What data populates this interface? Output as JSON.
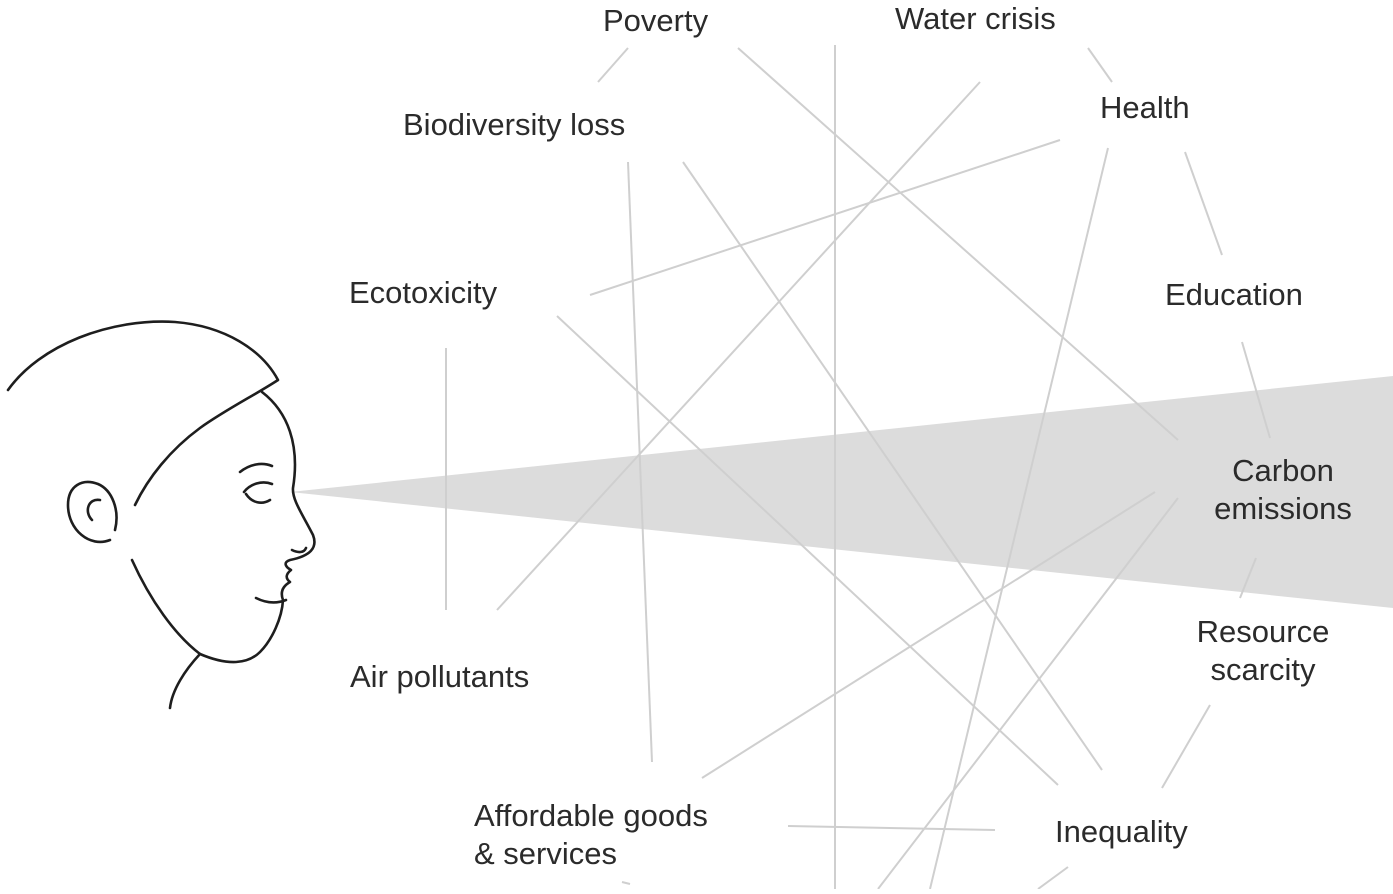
{
  "diagram": {
    "labels": {
      "poverty": "Poverty",
      "water_crisis": "Water crisis",
      "biodiversity_loss": "Biodiversity loss",
      "health": "Health",
      "ecotoxicity": "Ecotoxicity",
      "education": "Education",
      "carbon_emissions_1": "Carbon",
      "carbon_emissions_2": "emissions",
      "resource_scarcity_1": "Resource",
      "resource_scarcity_2": "scarcity",
      "air_pollutants": "Air pollutants",
      "affordable_goods_1": "Affordable goods",
      "affordable_goods_2": "& services",
      "inequality": "Inequality"
    },
    "colors": {
      "line": "#d2d2d2",
      "cone": "#dcdcdc",
      "outline": "#1e1e1e",
      "text": "#2b2b2b"
    },
    "icons": [
      "head-profile-icon"
    ]
  }
}
